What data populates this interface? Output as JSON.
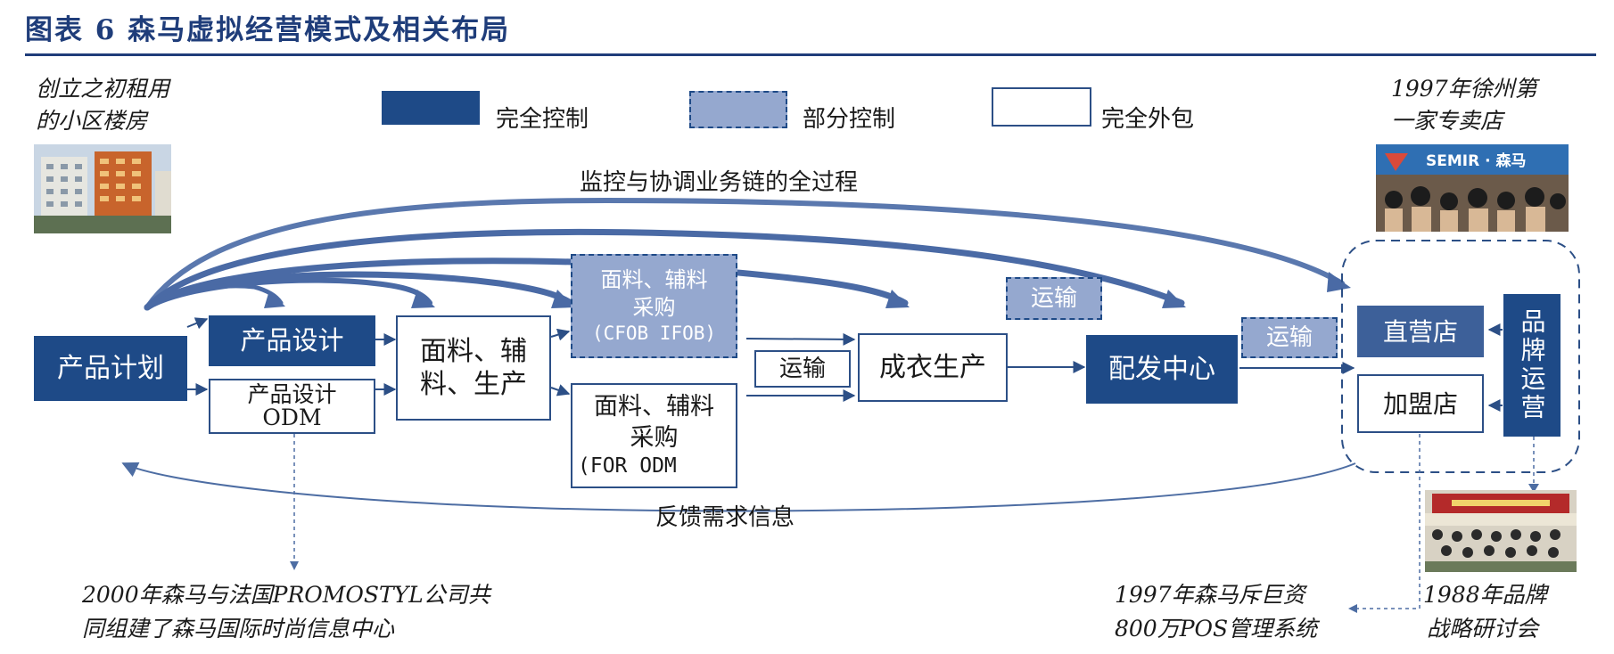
{
  "figure": {
    "title": "图表 6   森马虚拟经营模式及相关布局"
  },
  "legend": {
    "full_control": "完全控制",
    "partial_control": "部分控制",
    "full_outsource": "完全外包"
  },
  "annotations": {
    "top_left_line1": "创立之初租用",
    "top_left_line2": "的小区楼房",
    "top_right_line1": "1997年徐州第",
    "top_right_line2": "一家专卖店",
    "store_sign": "SEMIR · 森马",
    "bottom_left_line1": "2000年森马与法国PROMOSTYL公司共",
    "bottom_left_line2": "同组建了森马国际时尚信息中心",
    "bottom_mid_line1": "1997年森马斥巨资",
    "bottom_mid_line2": "800万POS管理系统",
    "bottom_right_line1": "1988年品牌",
    "bottom_right_line2": "战略研讨会"
  },
  "flow": {
    "monitor_label": "监控与协调业务链的全过程",
    "feedback_label": "反馈需求信息",
    "product_plan": "产品计划",
    "product_design": "产品设计",
    "product_design_odm_line1": "产品设计",
    "product_design_odm_line2": "ODM",
    "fabric_production_line1": "面料、辅",
    "fabric_production_line2": "料、生产",
    "fabric_purchase_cfob_line1": "面料、辅料",
    "fabric_purchase_cfob_line2": "采购",
    "fabric_purchase_cfob_line3": "(CFOB IFOB)",
    "fabric_purchase_odm_line1": "面料、辅料",
    "fabric_purchase_odm_line2": "采购",
    "fabric_purchase_odm_line3": "(FOR ODM",
    "transport_1": "运输",
    "transport_2": "运输",
    "transport_3": "运输",
    "garment_production": "成衣生产",
    "distribution_center": "配发中心",
    "direct_store": "直营店",
    "franchise_store": "加盟店",
    "brand_operation": "品牌运营"
  },
  "colors": {
    "full": "#1e4a87",
    "partial": "#95a8cf",
    "outline": "#2c4f86",
    "title": "#1f3d7a"
  }
}
